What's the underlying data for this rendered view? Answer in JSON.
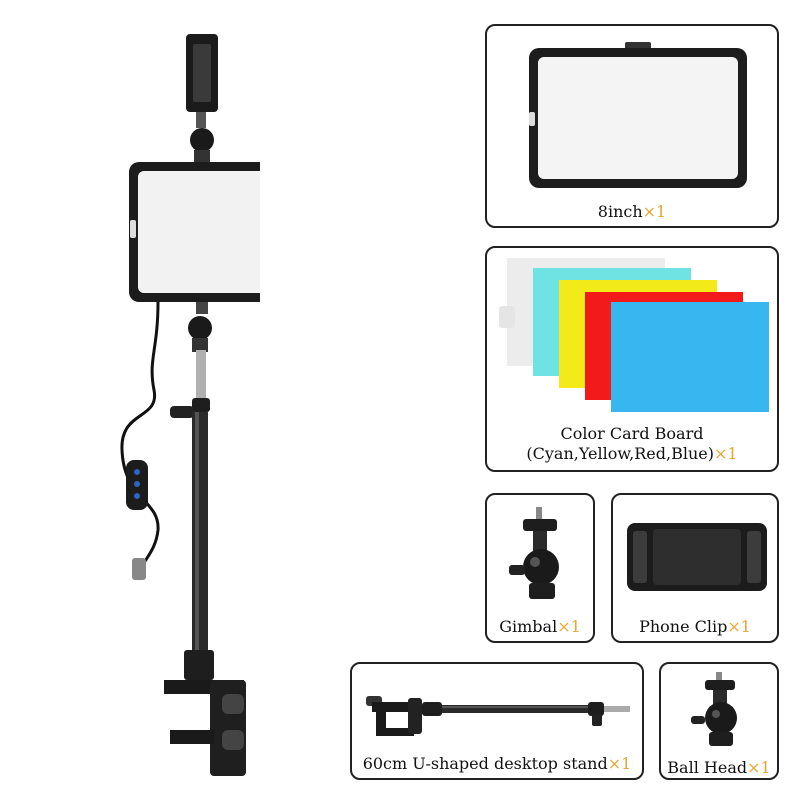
{
  "items": {
    "panel": {
      "name": "8inch",
      "qty": "×1"
    },
    "color_card": {
      "name_line1": "Color Card Board",
      "name_line2": "(Cyan,Yellow,Red,Blue)",
      "qty": "×1"
    },
    "gimbal": {
      "name": "Gimbal",
      "qty": "×1"
    },
    "phone_clip": {
      "name": "Phone Clip",
      "qty": "×1"
    },
    "desktop_stand": {
      "name": "60cm U-shaped desktop stand",
      "qty": "×1"
    },
    "ball_head": {
      "name": "Ball Head",
      "qty": "×1"
    }
  },
  "colors": {
    "quantity": "#e8a531",
    "border": "#222222",
    "card_white": "#ececec",
    "card_cyan": "#6fe3e4",
    "card_yellow": "#f3ea1a",
    "card_red": "#f21a1a",
    "card_blue": "#38b6f0"
  }
}
